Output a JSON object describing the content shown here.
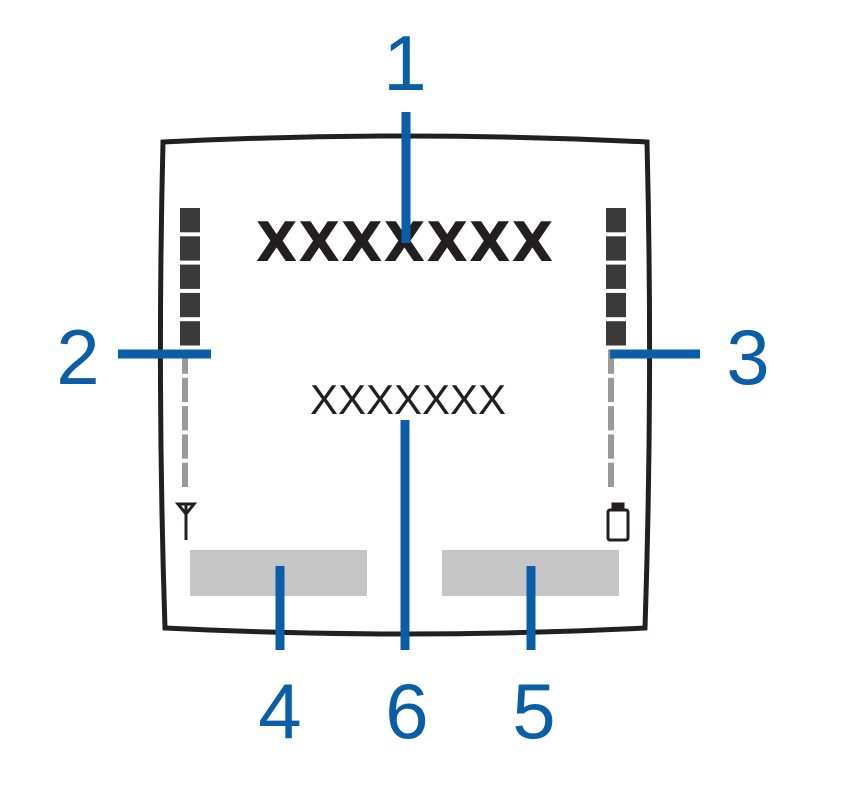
{
  "display": {
    "operator_name": "XXXXXXX",
    "mode_text": "XXXXXXX"
  },
  "colors": {
    "frame": "#231f20",
    "callout": "#0a5ea8",
    "softkey": "#c6c6c6",
    "bar_full": "#3a3a3a",
    "bar_empty": "#9a9a9a"
  },
  "icons": {
    "signal": "antenna-icon",
    "battery": "battery-icon"
  },
  "indicators": {
    "signal_level": 5,
    "battery_level": 5,
    "max_bars": 10
  },
  "callouts": [
    {
      "id": "1",
      "label": "1"
    },
    {
      "id": "2",
      "label": "2"
    },
    {
      "id": "3",
      "label": "3"
    },
    {
      "id": "4",
      "label": "4"
    },
    {
      "id": "5",
      "label": "5"
    },
    {
      "id": "6",
      "label": "6"
    }
  ]
}
